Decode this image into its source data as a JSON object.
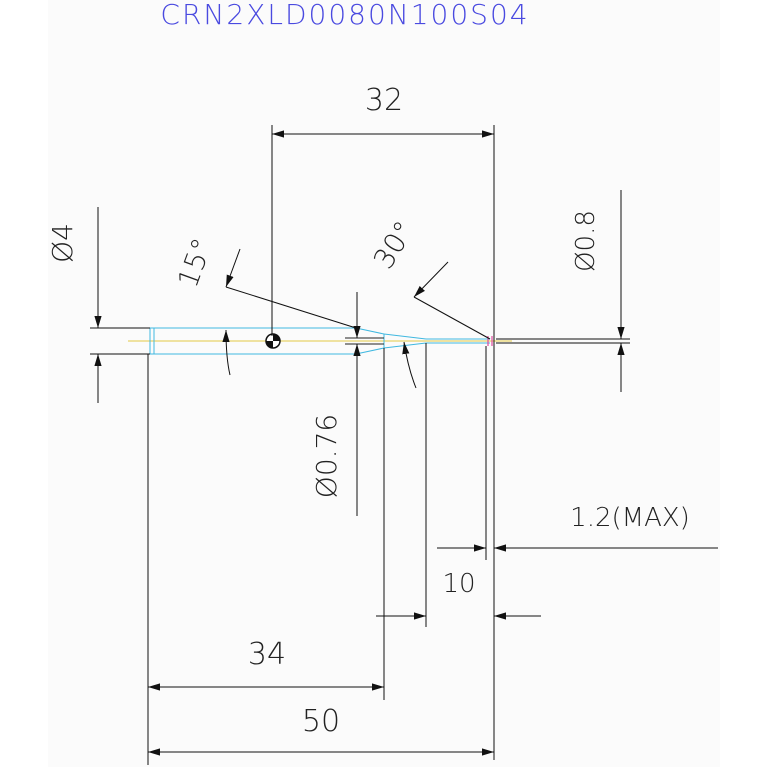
{
  "title": "CRN2XLD0080N100S04",
  "dimensions": {
    "overall_length": "50",
    "body_length": "34",
    "ref_length": "32",
    "tip_length": "10",
    "tip_max": "1.2(MAX)",
    "shank_dia": "Ø4",
    "neck_dia": "Ø0.76",
    "tip_dia": "Ø0.8",
    "angle_15": "15°",
    "angle_30": "30°"
  },
  "colors": {
    "title": "#4a4ae0",
    "lines": "#111111",
    "body_outline": "#40b8e0",
    "centerline": "#e8d36a",
    "tip_mark": "#e04aa0"
  }
}
